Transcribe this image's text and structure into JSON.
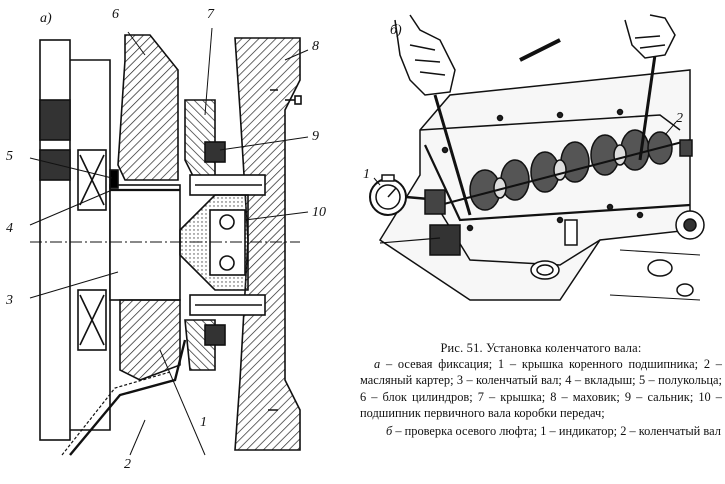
{
  "figure": {
    "panel_a": {
      "letter": "а)",
      "callouts": [
        "1",
        "2",
        "3",
        "4",
        "5",
        "6",
        "7",
        "8",
        "9",
        "10"
      ]
    },
    "panel_b": {
      "letter": "б)",
      "callouts": [
        "1",
        "2"
      ]
    }
  },
  "caption": {
    "title": "Рис. 51. Установка коленчатого вала:",
    "part_a_letter": "а",
    "part_a_text": " – осевая фиксация; 1 – крышка коренного подшипника; 2 – масляный картер; 3 – коленчатый вал; 4 – вкладыш; 5 – полукольца; 6 – блок цилиндров; 7 – крышка; 8 – маховик; 9 – сальник; 10 – подшипник первичного вала коробки передач;",
    "part_b_letter": "б",
    "part_b_text": " – проверка осевого люфта; 1 – индикатор; 2 – коленчатый вал"
  }
}
